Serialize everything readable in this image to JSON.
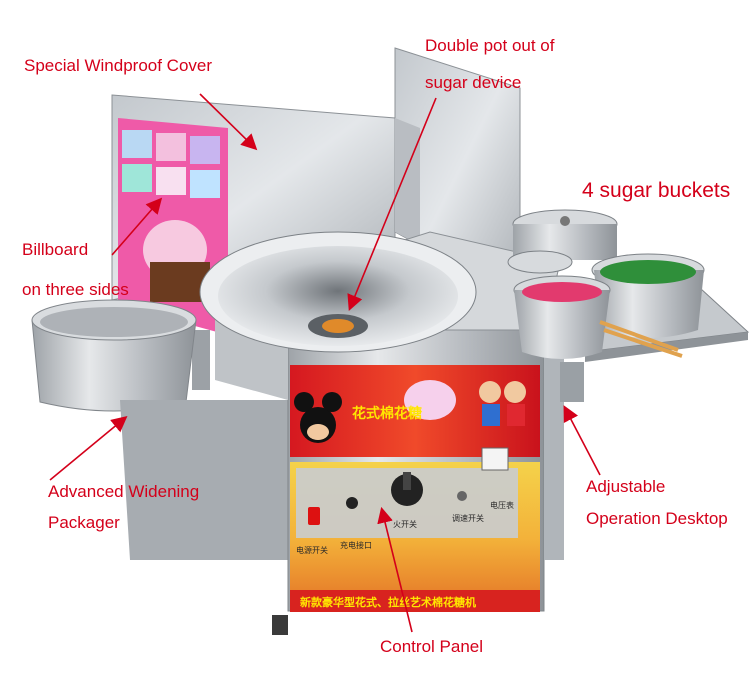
{
  "callouts": {
    "windproof_cover": "Special Windproof Cover",
    "double_pot_line1": "Double pot out of",
    "double_pot_line2": "sugar device",
    "sugar_buckets": "4 sugar buckets",
    "billboard_line1": "Billboard",
    "billboard_line2": "on three sides",
    "packager_line1": "Advanced Widening",
    "packager_line2": "Packager",
    "desktop_line1": "Adjustable",
    "desktop_line2": "Operation Desktop",
    "control_panel": "Control Panel"
  },
  "machine_text": {
    "poster_title": "花式棉花糖",
    "banner": "新款豪华型花式、拉丝艺术棉花糖机",
    "switch_power": "电源开关",
    "charge_port": "充电接口",
    "fire_switch": "火开关",
    "speed_switch": "调速开关",
    "voltmeter": "电压表"
  },
  "colors": {
    "callout_text": "#d4001a",
    "arrow": "#d4001a",
    "steel": "#c9ccd0",
    "poster_red": "#e0202a",
    "sugar_pink": "#e23a6e",
    "sugar_green": "#2f8f3a"
  }
}
